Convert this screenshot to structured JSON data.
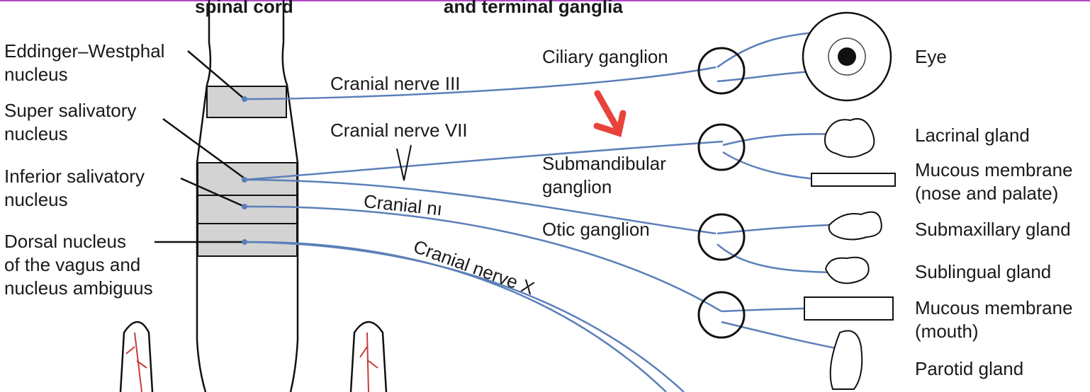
{
  "headers": {
    "col_left": "spinal cord",
    "col_mid": "and terminal ganglia"
  },
  "nuclei": {
    "edinger": "Eddinger–Westphal\nnucleus",
    "super_salivatory": "Super salivatory\nnucleus",
    "inferior_salivatory": "Inferior salivatory\nnucleus",
    "dorsal_vagus": "Dorsal nucleus\nof the vagus and\nnucleus ambiguus"
  },
  "nerves": {
    "n3": "Cranial nerve III",
    "n7": "Cranial nerve VII",
    "n9": "Cranial nı",
    "n10": "Cranial nerve X"
  },
  "ganglia": {
    "ciliary": "Ciliary ganglion",
    "submandibular": "Submandibular\nganglion",
    "otic": "Otic ganglion"
  },
  "targets": {
    "eye": "Eye",
    "lacrimal": "Lacrinal gland",
    "mucous_nose": "Mucous membrane\n(nose and palate)",
    "submaxillary": "Submaxillary gland",
    "sublingual": "Sublingual gland",
    "mucous_mouth": "Mucous membrane\n(mouth)",
    "parotid": "Parotid gland"
  },
  "colors": {
    "nerve": "#5b7fb9",
    "line": "#111111",
    "band": "#d3d3d3",
    "annotation_arrow": "#e8423a",
    "vessel": "#c93a3a",
    "top_rule": "#b347c8"
  }
}
